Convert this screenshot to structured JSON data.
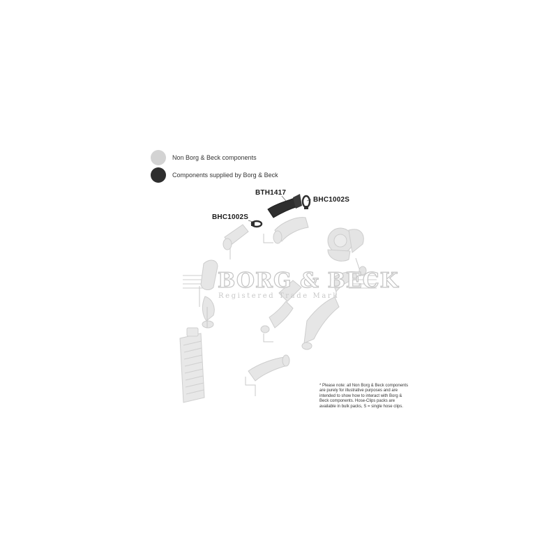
{
  "legend": [
    {
      "label": "Non Borg & Beck components",
      "color": "#d3d3d3"
    },
    {
      "label": "Components supplied by Borg & Beck",
      "color": "#2e2e2e"
    }
  ],
  "parts": {
    "hose": "BTH1417",
    "clip_right": "BHC1002S",
    "clip_left": "BHC1002S"
  },
  "watermark": {
    "brand": "BORG & BECK",
    "sub": "Registered Trade Mark"
  },
  "note": "* Please note: all Non Borg & Beck components are purely for illustrative purposes and are intended to show how to interact with Borg & Beck components. Hose-Clips packs are available in bulk packs, S = single hose clips.",
  "colors": {
    "ghost_part": "#e3e3e3",
    "ghost_outline": "#c9c9c9",
    "supplied_part": "#2e2e2e"
  }
}
